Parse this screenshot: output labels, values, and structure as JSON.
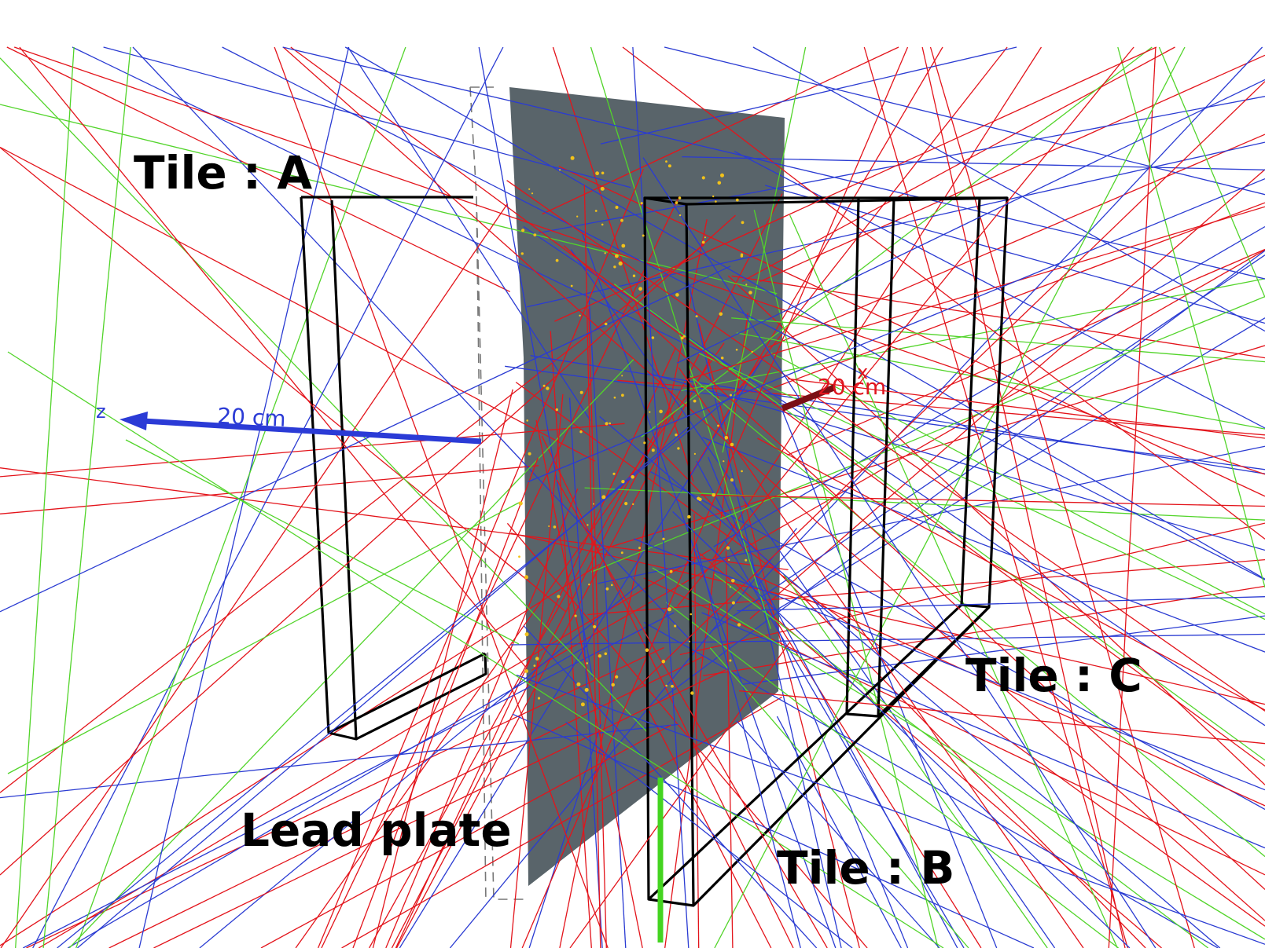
{
  "labels": {
    "tile_a": "Tile : A",
    "tile_b": "Tile : B",
    "tile_c": "Tile : C",
    "lead_plate": "Lead plate"
  },
  "axes": {
    "z": {
      "name": "z",
      "length_label": "20 cm",
      "color": "#2b3bd6"
    },
    "x": {
      "name": "x",
      "length_label": "20 cm",
      "color": "#e0141e",
      "shaft_color": "#7a0f14"
    },
    "y": {
      "color": "#44d420"
    }
  },
  "colors": {
    "background": "#ffffff",
    "lead_plate": "#59646a",
    "tile_outline": "#000000",
    "track_red": "#e3141b",
    "track_blue": "#2a3bd2",
    "track_green": "#52d42a",
    "hits": "#f2c21a"
  }
}
